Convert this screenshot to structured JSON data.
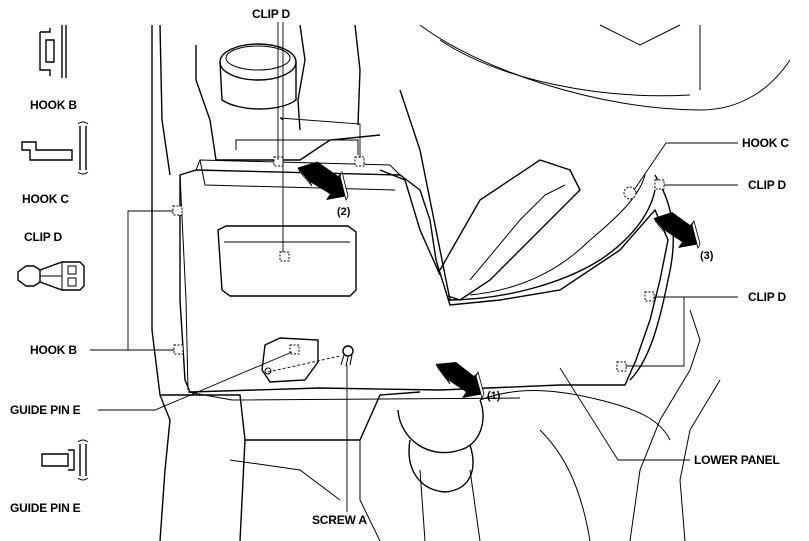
{
  "labels": {
    "hook_b_legend": "HOOK B",
    "hook_c_legend": "HOOK C",
    "clip_d_legend": "CLIP D",
    "hook_b": "HOOK B",
    "guide_pin_e": "GUIDE PIN E",
    "guide_pin_e_legend": "GUIDE PIN E",
    "screw_a": "SCREW A",
    "clip_d_top": "CLIP D",
    "hook_c_right": "HOOK C",
    "clip_d_right_1": "CLIP D",
    "clip_d_right_2": "CLIP D",
    "lower_panel": "LOWER PANEL"
  },
  "steps": {
    "step_1": "(1)",
    "step_2": "(2)",
    "step_3": "(3)"
  },
  "icons": [
    "hook-b-icon",
    "hook-c-icon",
    "clip-d-icon",
    "guide-pin-e-icon",
    "arrow-icon"
  ]
}
